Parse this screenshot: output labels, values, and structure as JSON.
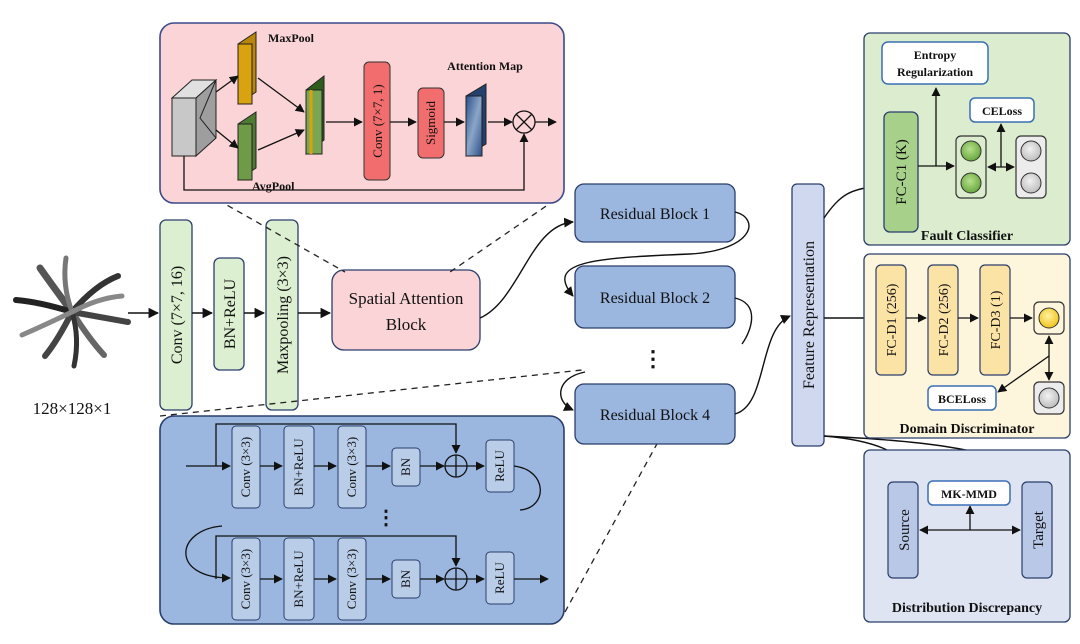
{
  "input": {
    "size_label": "128×128×1"
  },
  "stem": {
    "conv": "Conv (7×7, 16)",
    "bnrelu": "BN+ReLU",
    "maxpool": "Maxpooling (3×3)",
    "spatial_attention": [
      "Spatial Attention",
      "Block"
    ]
  },
  "attention_detail": {
    "maxpool": "MaxPool",
    "avgpool": "AvgPool",
    "conv": "Conv (7×7, 1)",
    "sigmoid": "Sigmoid",
    "attention_map": "Attention Map",
    "colors": {
      "panel_fill": "#fad4d6",
      "panel_border": "#3a4a8c",
      "conv_fill": "#f26d6d"
    }
  },
  "residual_blocks": [
    "Residual Block 1",
    "Residual Block 2",
    "Residual Block 4"
  ],
  "ellipsis": "⋮",
  "residual_detail": {
    "row1": [
      "Conv (3×3)",
      "BN+ReLU",
      "Conv (3×3)",
      "BN",
      "ReLU"
    ],
    "row2": [
      "Conv (3×3)",
      "BN+ReLU",
      "Conv (3×3)",
      "BN",
      "ReLU"
    ],
    "colors": {
      "panel_fill": "#9bb7e0"
    }
  },
  "feature_representation": "Feature Representation",
  "fault_classifier": {
    "title": "Fault Classifier",
    "fc": "FC-C1 (K)",
    "entropy": [
      "Entropy",
      "Regularization"
    ],
    "celoss": "CELoss",
    "colors": {
      "panel_fill": "#dbeccf"
    }
  },
  "domain_discriminator": {
    "title": "Domain Discriminator",
    "fc": [
      "FC-D1 (256)",
      "FC-D2 (256)",
      "FC-D3 (1)"
    ],
    "bceloss": "BCELoss",
    "colors": {
      "panel_fill": "#fdf5dc"
    }
  },
  "distribution_discrepancy": {
    "title": "Distribution Discrepancy",
    "source": "Source",
    "target": "Target",
    "mkmmd": "MK-MMD",
    "colors": {
      "panel_fill": "#dfe4f2"
    }
  }
}
